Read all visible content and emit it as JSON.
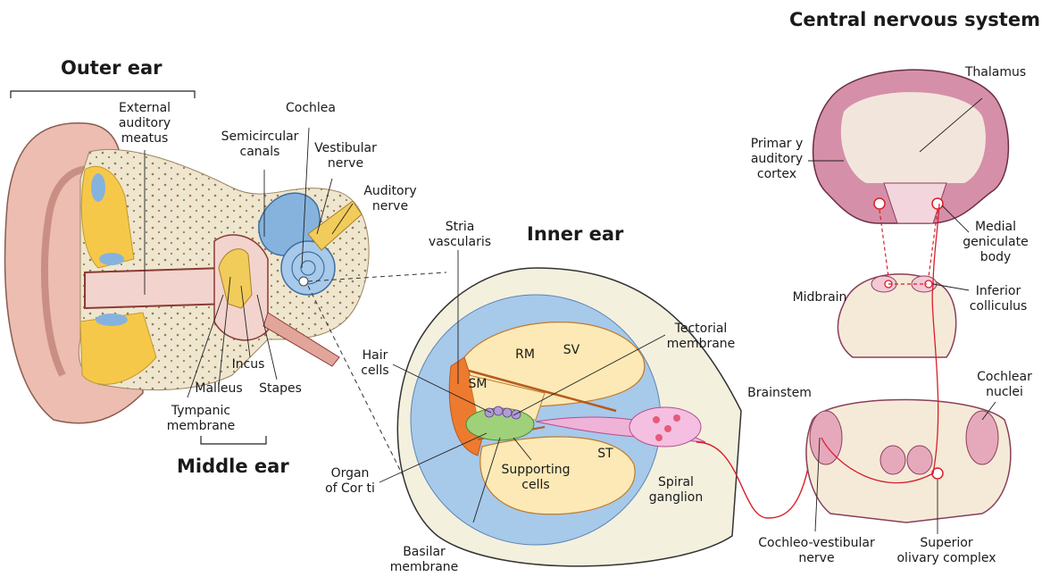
{
  "sections": {
    "outer_ear": "Outer ear",
    "middle_ear": "Middle ear",
    "inner_ear": "Inner ear",
    "cns": "Central nervous system"
  },
  "labels": {
    "external_auditory_meatus": "External\nauditory\nmeatus",
    "cochlea": "Cochlea",
    "semicircular_canals": "Semicircular\ncanals",
    "vestibular_nerve": "Vestibular\nnerve",
    "auditory_nerve": "Auditory\nnerve",
    "incus": "Incus",
    "malleus": "Malleus",
    "stapes": "Stapes",
    "tympanic_membrane": "Tympanic\nmembrane",
    "stria_vascularis": "Stria\nvascularis",
    "tectorial_membrane": "Tectorial\nmembrane",
    "rm": "RM",
    "sv": "SV",
    "sm": "SM",
    "st": "ST",
    "hair_cells": "Hair\ncells",
    "supporting_cells": "Supporting\ncells",
    "organ_of_corti": "Organ\nof Cor ti",
    "basilar_membrane": "Basilar\nmembrane",
    "spiral_ganglion": "Spiral\nganglion",
    "thalamus": "Thalamus",
    "primary_auditory_cortex": "Primar y\nauditory\ncortex",
    "medial_geniculate_body": "Medial\ngeniculate\nbody",
    "midbrain": "Midbrain",
    "inferior_colliculus": "Inferior\ncolliculus",
    "brainstem": "Brainstem",
    "cochlear_nuclei": "Cochlear\nnuclei",
    "cochleo_vestibular_nerve": "Cochleo-vestibular\nnerve",
    "superior_olivary_complex": "Superior\nolivary complex"
  }
}
